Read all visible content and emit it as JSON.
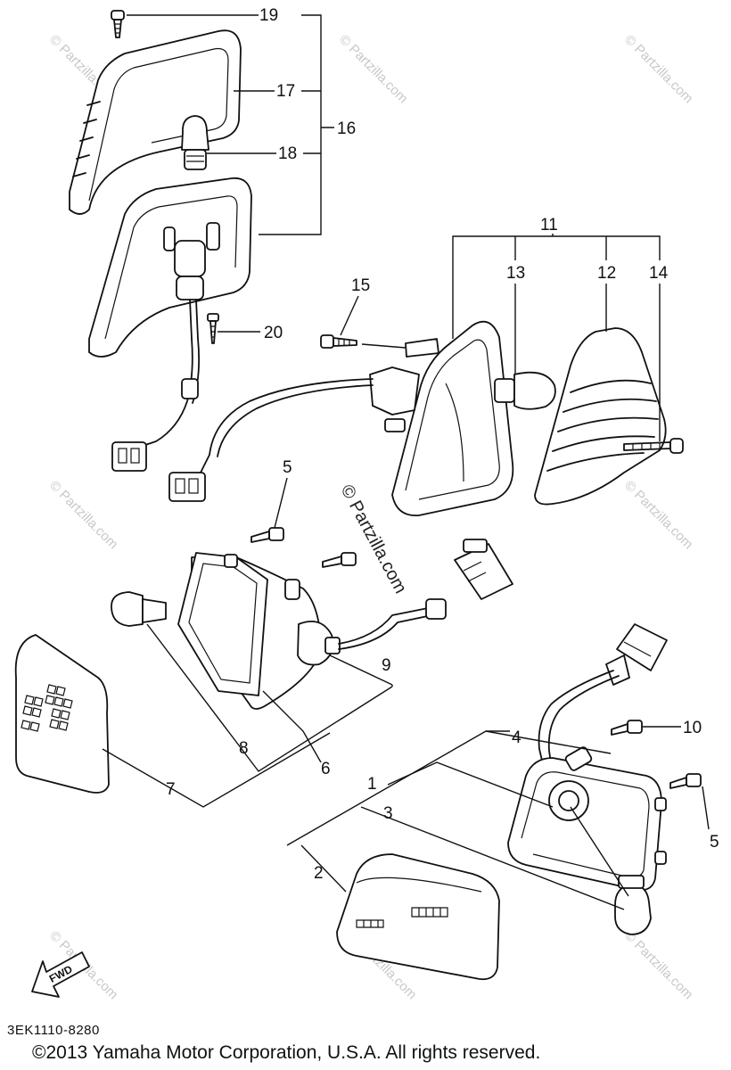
{
  "labels": {
    "p1": "1",
    "p2": "2",
    "p3": "3",
    "p4": "4",
    "p5a": "5",
    "p5b": "5",
    "p6": "6",
    "p7": "7",
    "p8": "8",
    "p9": "9",
    "p10": "10",
    "p11": "11",
    "p12": "12",
    "p13": "13",
    "p14": "14",
    "p15": "15",
    "p16": "16",
    "p17": "17",
    "p18": "18",
    "p19": "19",
    "p20": "20"
  },
  "watermark": {
    "text": "© Partzilla.com",
    "center_text": "© Partzilla.com"
  },
  "fwd_label": "FWD",
  "diagram_code": "3EK1110-8280",
  "copyright": "©2013 Yamaha Motor Corporation, U.S.A. All rights reserved."
}
